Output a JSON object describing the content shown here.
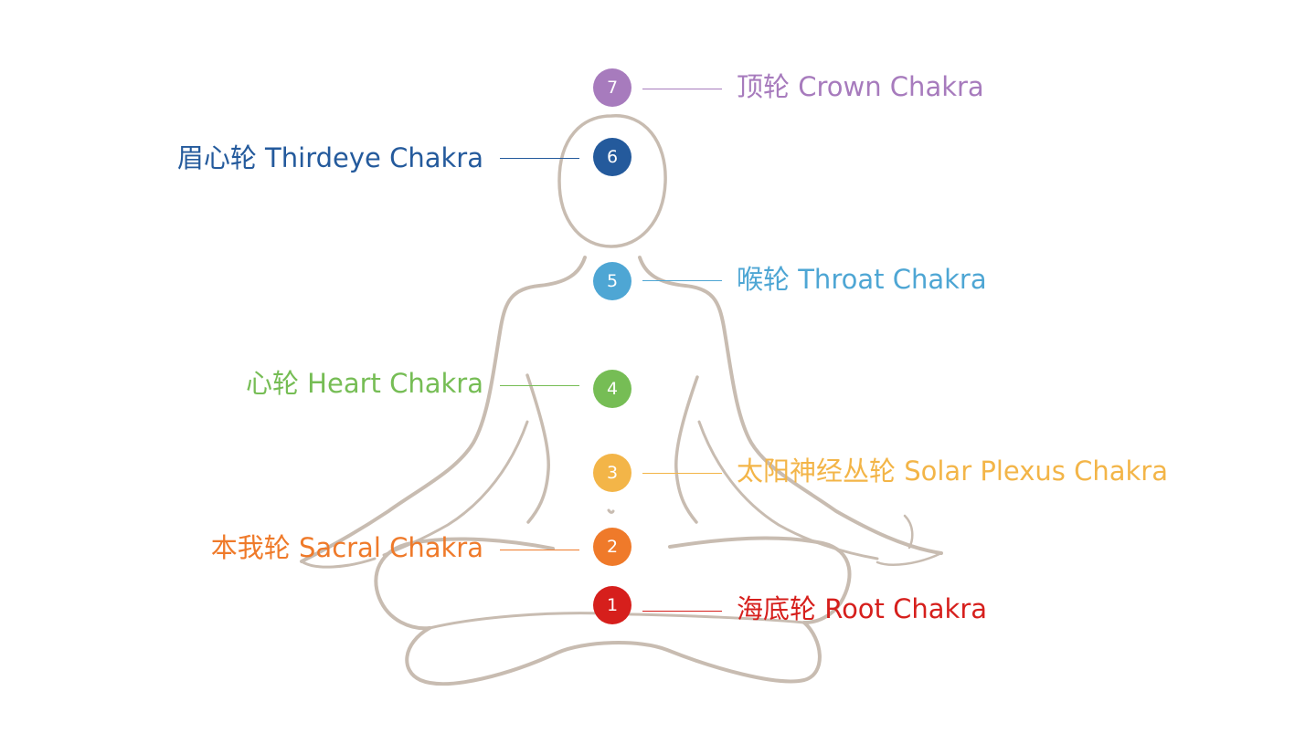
{
  "chakras": [
    {
      "number": "7",
      "label": "顶轮 Crown Chakra",
      "color": "#a77bbd",
      "side": "right"
    },
    {
      "number": "6",
      "label": "眉心轮 Thirdeye Chakra",
      "color": "#245a9c",
      "side": "left"
    },
    {
      "number": "5",
      "label": "喉轮 Throat Chakra",
      "color": "#4ea6d4",
      "side": "right"
    },
    {
      "number": "4",
      "label": "心轮 Heart Chakra",
      "color": "#76bd55",
      "side": "left"
    },
    {
      "number": "3",
      "label": "太阳神经丛轮 Solar Plexus Chakra",
      "color": "#f3b548",
      "side": "right"
    },
    {
      "number": "2",
      "label": "本我轮 Sacral Chakra",
      "color": "#ef7a2a",
      "side": "left"
    },
    {
      "number": "1",
      "label": "海底轮 Root Chakra",
      "color": "#d61f1c",
      "side": "right"
    }
  ],
  "figure": {
    "stroke_color": "#c8bcb1",
    "icon": "meditating-figure-outline"
  }
}
